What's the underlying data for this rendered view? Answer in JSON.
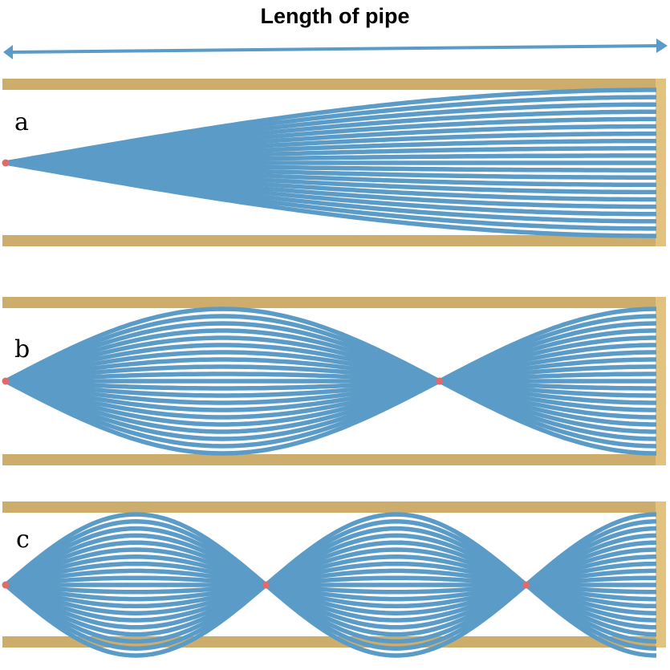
{
  "title": "Length of pipe",
  "colors": {
    "wave": "#5b9bc7",
    "pipe": "#ccad6c",
    "pipe_end": "#e2c27f",
    "node": "#e06b6b",
    "arrow": "#5b9bc7"
  },
  "lines_per_mode": 21,
  "panels": [
    {
      "label": "a",
      "quarter_wavelengths": 1
    },
    {
      "label": "b",
      "quarter_wavelengths": 3
    },
    {
      "label": "c",
      "quarter_wavelengths": 5
    }
  ]
}
